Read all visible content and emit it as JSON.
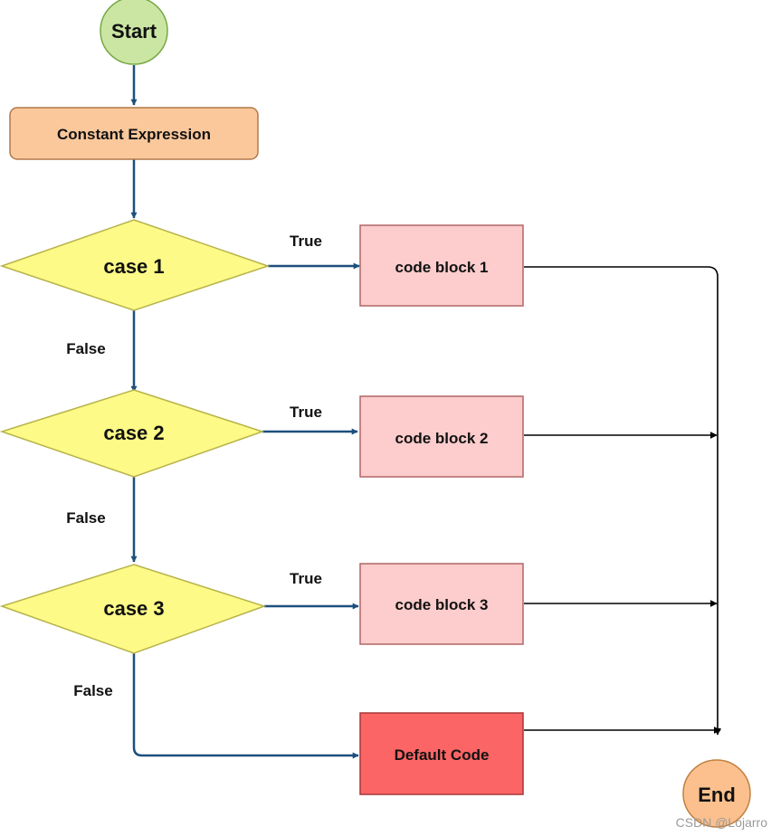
{
  "nodes": {
    "start": "Start",
    "expression": "Constant Expression",
    "case1": "case 1",
    "case2": "case 2",
    "case3": "case 3",
    "block1": "code block 1",
    "block2": "code block 2",
    "block3": "code block 3",
    "default": "Default Code",
    "end": "End"
  },
  "edges": {
    "true1": "True",
    "true2": "True",
    "true3": "True",
    "false1": "False",
    "false2": "False",
    "false3": "False"
  },
  "watermark": "CSDN @Lojarro",
  "colors": {
    "start_fill": "#cbe6a3",
    "start_stroke": "#77a845",
    "expression_fill": "#fbc89c",
    "expression_stroke": "#b07a4a",
    "decision_fill": "#fdfa87",
    "decision_stroke": "#b7b34a",
    "block_fill": "#fdcccc",
    "block_stroke": "#b06666",
    "default_fill": "#fc6565",
    "default_stroke": "#a83636",
    "end_fill": "#fbc08e",
    "end_stroke": "#c08040",
    "flow_arrow": "#1d4f7d",
    "merge_line": "#000000"
  }
}
